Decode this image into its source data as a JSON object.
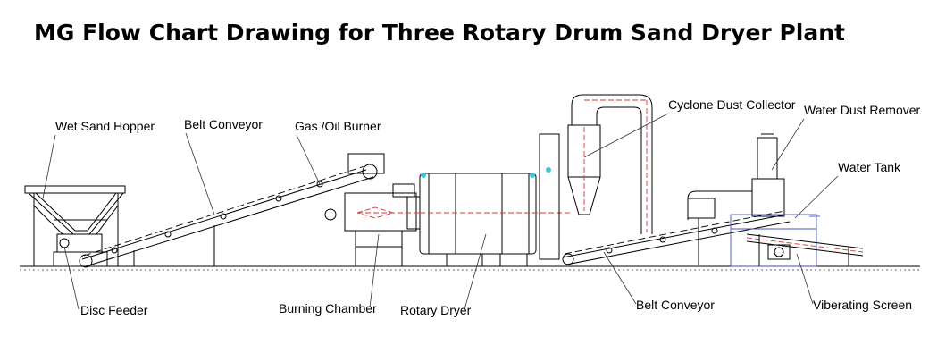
{
  "title": "MG Flow Chart Drawing for Three Rotary Drum Sand Dryer Plant",
  "labels": {
    "wet_sand_hopper": "Wet Sand Hopper",
    "belt_conveyor_1": "Belt Conveyor",
    "gas_oil_burner": "Gas /Oil Burner",
    "cyclone_dust_collector": "Cyclone Dust Collector",
    "water_dust_remover": "Water Dust Remover",
    "water_tank": "Water Tank",
    "disc_feeder": "Disc Feeder",
    "burning_chamber": "Burning Chamber",
    "rotary_dryer": "Rotary Dryer",
    "belt_conveyor_2": "Belt Conveyor",
    "vibrating_screen": "Viberating Screen"
  },
  "colors": {
    "line": "#000000",
    "flame": "#d23a3a",
    "water": "#4a55c8",
    "accent": "#3cc8d8"
  }
}
